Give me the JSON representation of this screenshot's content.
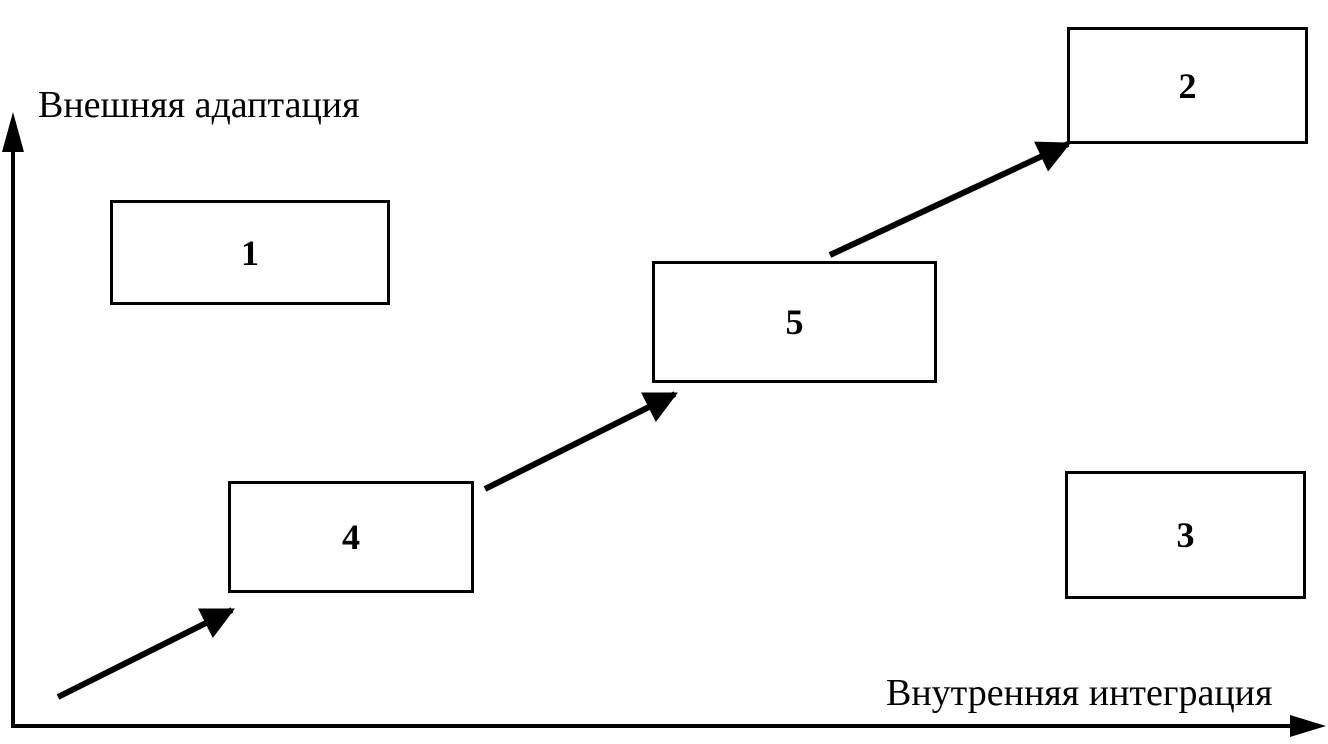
{
  "axes": {
    "y_label": "Внешняя адаптация",
    "x_label": "Внутренняя интеграция"
  },
  "boxes": [
    {
      "id": "1",
      "label": "1"
    },
    {
      "id": "2",
      "label": "2"
    },
    {
      "id": "3",
      "label": "3"
    },
    {
      "id": "4",
      "label": "4"
    },
    {
      "id": "5",
      "label": "5"
    }
  ],
  "arrows": [
    {
      "from": "origin",
      "to": "4"
    },
    {
      "from": "4",
      "to": "5"
    },
    {
      "from": "5",
      "to": "2"
    }
  ],
  "colors": {
    "line": "#000000",
    "background": "#ffffff"
  }
}
